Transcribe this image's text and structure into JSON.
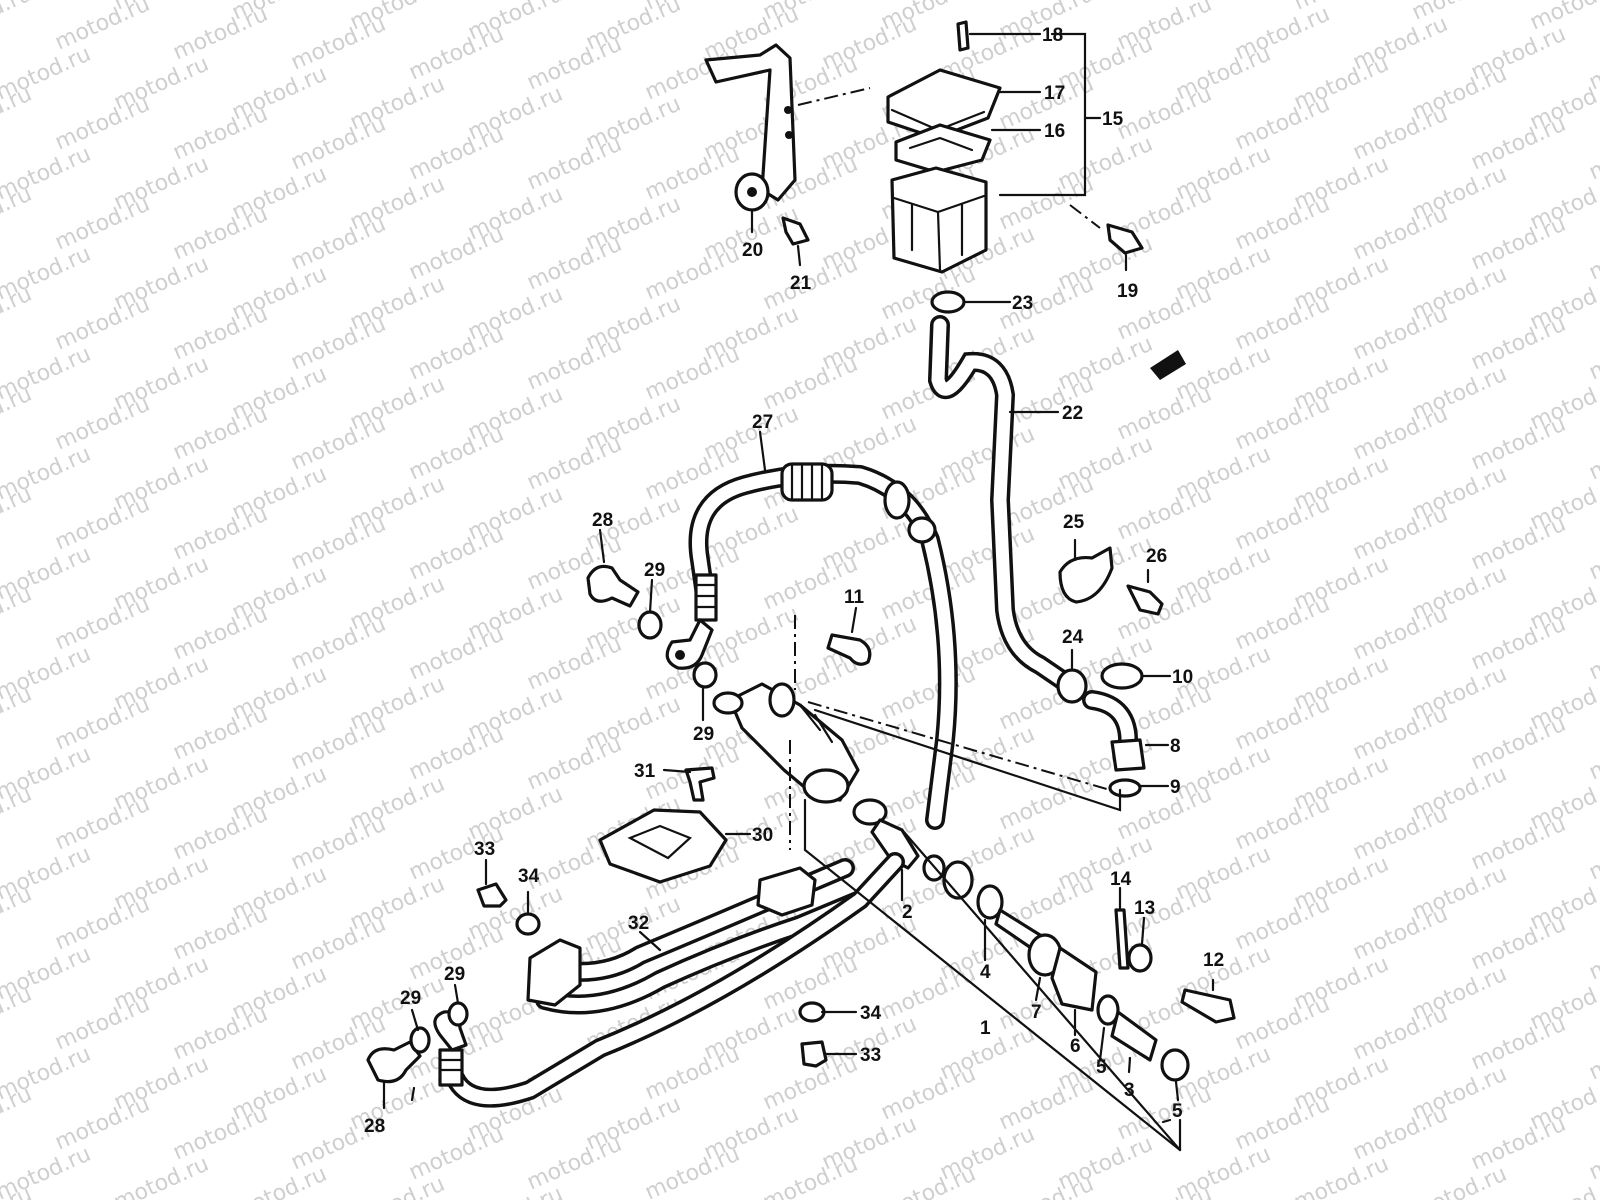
{
  "watermark": {
    "text": "motod.ru"
  },
  "callouts": {
    "c1": "1",
    "c2": "2",
    "c3": "3",
    "c4": "4",
    "c5a": "5",
    "c5b": "5",
    "c6": "6",
    "c7": "7",
    "c8": "8",
    "c9": "9",
    "c10": "10",
    "c11": "11",
    "c12": "12",
    "c13": "13",
    "c14": "14",
    "c15": "15",
    "c16": "16",
    "c17": "17",
    "c18": "18",
    "c19": "19",
    "c20": "20",
    "c21": "21",
    "c22": "22",
    "c23": "23",
    "c24": "24",
    "c25": "25",
    "c26": "26",
    "c27": "27",
    "c28a": "28",
    "c28b": "28",
    "c29a": "29",
    "c29b": "29",
    "c29c": "29",
    "c29d": "29",
    "c30": "30",
    "c31": "31",
    "c32": "32",
    "c33a": "33",
    "c33b": "33",
    "c34a": "34",
    "c34b": "34"
  },
  "colors": {
    "ink": "#111111",
    "watermark": "#cfcfcf",
    "paper": "#ffffff"
  }
}
